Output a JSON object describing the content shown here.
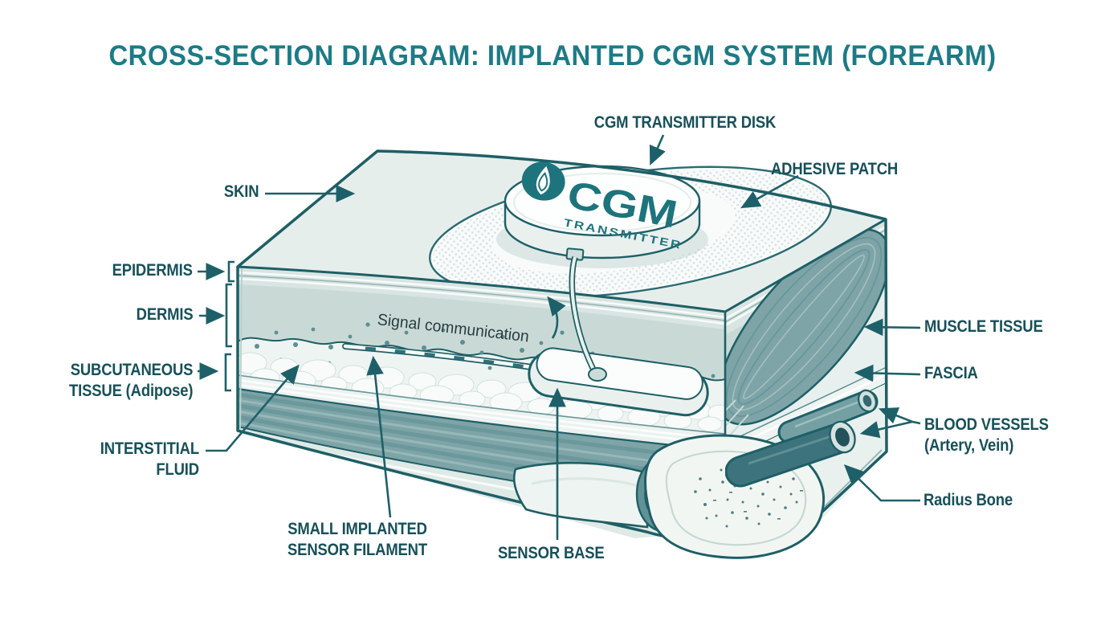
{
  "title": "CROSS-SECTION DIAGRAM: IMPLANTED CGM SYSTEM (FOREARM)",
  "diagram": {
    "device_logo": {
      "brand": "CGM",
      "sub": "TRANSMITTER"
    },
    "inline_note": "Signal communication"
  },
  "labels": {
    "cgm_disk": "CGM TRANSMITTER DISK",
    "adhesive_patch": "ADHESIVE PATCH",
    "skin": "SKIN",
    "epidermis": "EPIDERMIS",
    "dermis": "DERMIS",
    "subcutaneous_1": "SUBCUTANEOUS",
    "subcutaneous_2": "TISSUE (Adipose)",
    "interstitial_1": "INTERSTITIAL",
    "interstitial_2": "FLUID",
    "filament_1": "SMALL IMPLANTED",
    "filament_2": "SENSOR FILAMENT",
    "sensor_base": "SENSOR BASE",
    "muscle": "MUSCLE TISSUE",
    "fascia": "FASCIA",
    "vessels_1": "BLOOD VESSELS",
    "vessels_2": "(Artery, Vein)",
    "radius_bone": "Radius Bone"
  },
  "colors": {
    "title_teal": "#1c7b86",
    "label_teal": "#17505a",
    "outline": "#1e5f66",
    "skin_surface": "#e6eeec",
    "dermis": "#c9dad6",
    "fluid": "#eef4f2",
    "muscle": "#7ea4a8",
    "artery": "#3d737c",
    "vein": "#74a0a4",
    "bone": "#f2f6f3",
    "logo_teal": "#1d747c"
  }
}
